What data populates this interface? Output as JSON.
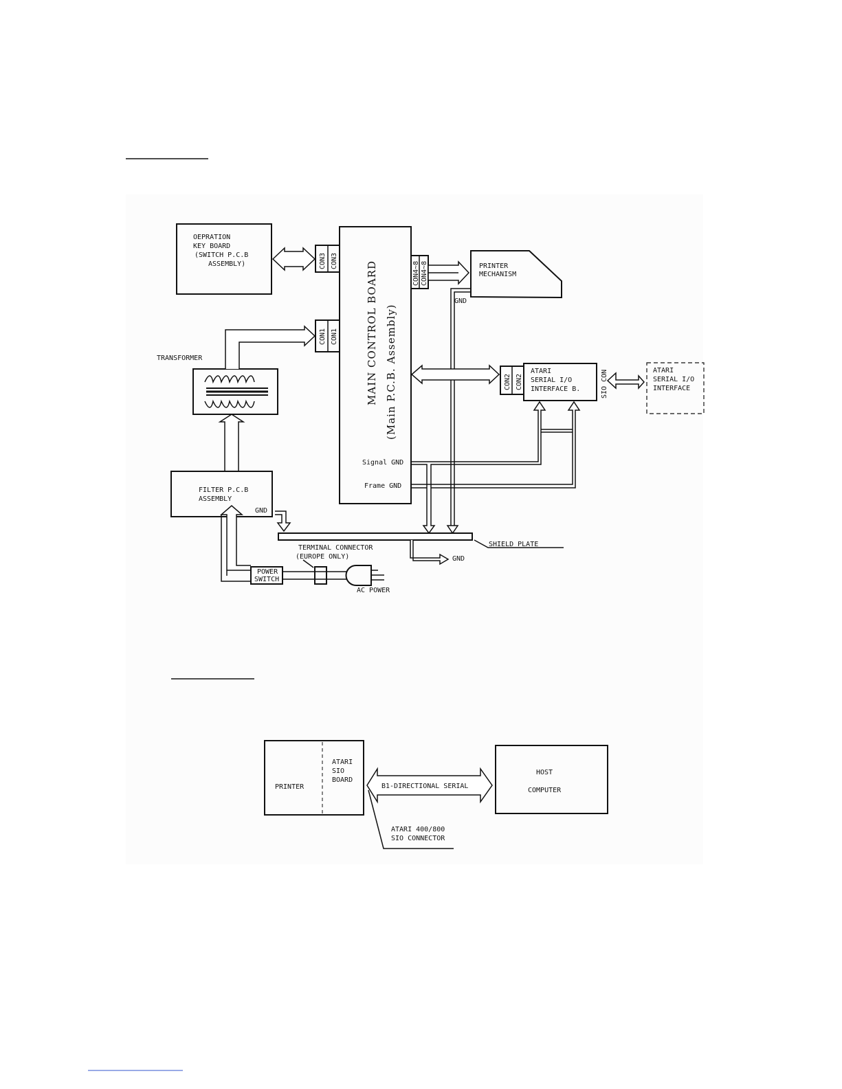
{
  "block_diagram": {
    "keyboard": [
      "OEPRATION",
      "KEY BOARD",
      "(SWITCH P.C.B",
      "ASSEMBLY)"
    ],
    "main_board": "MAIN CONTROL BOARD",
    "main_board_sub": "(Main P.C.B. Assembly)",
    "con3": "CON3",
    "con1": "CON1",
    "con4_8": "CON4~8",
    "con2": "CON2",
    "sio_con": "SIO CON",
    "printer_mechanism": [
      "PRINTER",
      "MECHANISM"
    ],
    "transformer": "TRANSFORMER",
    "atari_interface_b": [
      "ATARI",
      "SERIAL I/O",
      "INTERFACE B."
    ],
    "atari_interface_ext": [
      "ATARI",
      "SERIAL I/O",
      "INTERFACE"
    ],
    "signal_gnd": "Signal GND",
    "frame_gnd": "Frame GND",
    "gnd": "GND",
    "filter": [
      "FILTER P.C.B",
      "ASSEMBLY"
    ],
    "shield_plate": "SHIELD PLATE",
    "terminal_connector": [
      "TERMINAL CONNECTOR",
      "(EUROPE ONLY)"
    ],
    "power_switch": [
      "POWER",
      "SWITCH"
    ],
    "ac_power": "AC POWER"
  },
  "system_diagram": {
    "printer": "PRINTER",
    "sio_board": [
      "ATARI",
      "SIO",
      "BOARD"
    ],
    "link": "B1-DIRECTIONAL SERIAL",
    "host": [
      "HOST",
      "COMPUTER"
    ],
    "connector": [
      "ATARI 400/800",
      "SIO CONNECTOR"
    ]
  }
}
